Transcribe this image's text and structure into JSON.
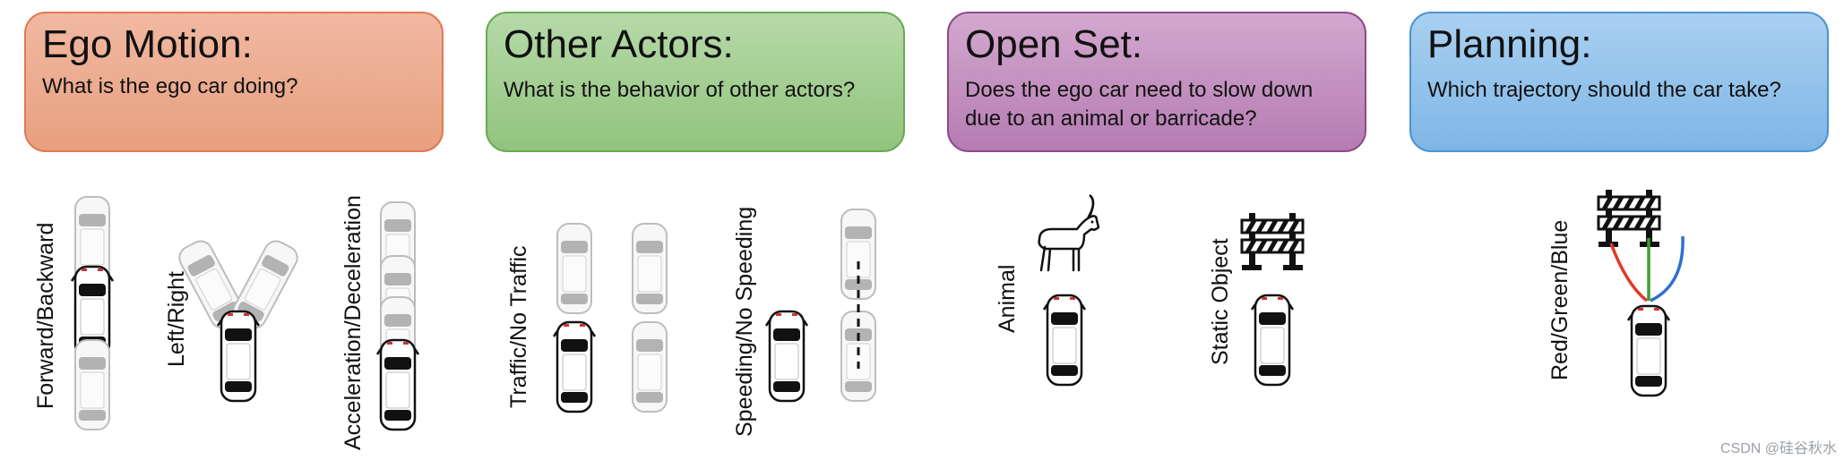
{
  "colors": {
    "ego": [
      "#f1b8a2",
      "#e7a07f",
      "#e07a52"
    ],
    "other": [
      "#b6d9a8",
      "#92c47e",
      "#6aaa52"
    ],
    "open": [
      "#d3a8cf",
      "#b57cb2",
      "#8e4a8a"
    ],
    "planning": [
      "#a9d0f1",
      "#7fb6e6",
      "#4d93d0"
    ],
    "trajectory_red": "#e03a2a",
    "trajectory_green": "#3aa02f",
    "trajectory_blue": "#2f6fd0"
  },
  "cards": [
    {
      "key": "ego",
      "title": "Ego Motion:",
      "question": "What is the ego car doing?"
    },
    {
      "key": "other",
      "title": "Other Actors:",
      "question": "What is the behavior of other actors?"
    },
    {
      "key": "open",
      "title": "Open Set:",
      "question": "Does the ego car need to slow down due to an animal or barricade?"
    },
    {
      "key": "planning",
      "title": "Planning:",
      "question": "Which trajectory should the car take?"
    }
  ],
  "labels": {
    "forward_backward": "Forward/Backward",
    "left_right": "Left/Right",
    "accel_decel": "Acceleration/Deceleration",
    "traffic": "Traffic/No Traffic",
    "speeding": "Speeding/No Speeding",
    "animal": "Animal",
    "static_object": "Static Object",
    "red_green_blue": "Red/Green/Blue"
  },
  "icons": {
    "ego_car": "black-car-icon",
    "ghost_car": "ghost-car-icon",
    "animal": "goat-icon",
    "barricade": "barricade-icon"
  },
  "watermark": "CSDN @硅谷秋水"
}
